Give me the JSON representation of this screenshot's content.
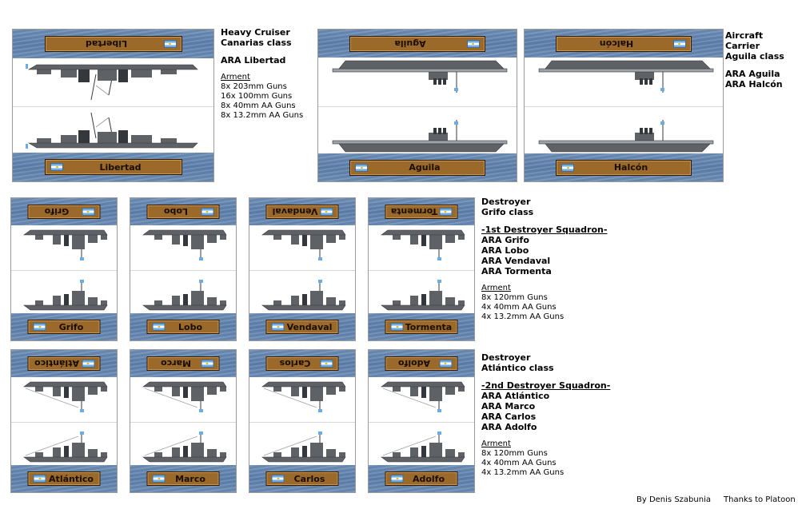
{
  "credits": {
    "author": "By Denis Szabunia",
    "thanks": "Thanks to Platoon"
  },
  "colors": {
    "sea": "#6585b1",
    "plate": "#9b6a2a",
    "hull": "#5e6166"
  },
  "flag_icon": "argentina-flag-icon",
  "counters": {
    "libertad": {
      "name": "Libertad"
    },
    "aguila": {
      "name": "Aguila"
    },
    "halcon": {
      "name": "Halcón"
    },
    "grifo": {
      "name": "Grifo"
    },
    "lobo": {
      "name": "Lobo"
    },
    "vendaval": {
      "name": "Vendaval"
    },
    "tormenta": {
      "name": "Tormenta"
    },
    "atlantico": {
      "name": "Atlántico"
    },
    "marco": {
      "name": "Marco"
    },
    "carlos": {
      "name": "Carlos"
    },
    "adolfo": {
      "name": "Adolfo"
    }
  },
  "cruiser": {
    "type": "Heavy Cruiser",
    "class": "Canarias class",
    "ship": "ARA Libertad",
    "armament_title": "Arment",
    "armament": [
      "8x 203mm Guns",
      "16x 100mm Guns",
      "8x 40mm AA Guns",
      "8x 13.2mm AA Guns"
    ]
  },
  "carrier": {
    "type": "Aircraft Carrier",
    "class": "Aguila class",
    "ships": [
      "ARA Aguila",
      "ARA Halcón"
    ]
  },
  "grifo_class": {
    "type": "Destroyer",
    "class": "Grifo class",
    "squadron": "-1st Destroyer Squadron-",
    "ships": [
      "ARA Grifo",
      "ARA Lobo",
      "ARA Vendaval",
      "ARA Tormenta"
    ],
    "armament_title": "Arment",
    "armament": [
      "8x 120mm Guns",
      "4x 40mm AA Guns",
      "4x 13.2mm AA Guns"
    ]
  },
  "atlantico_class": {
    "type": "Destroyer",
    "class": "Atlántico class",
    "squadron": "-2nd Destroyer Squadron-",
    "ships": [
      "ARA Atlántico",
      "ARA Marco",
      "ARA Carlos",
      "ARA Adolfo"
    ],
    "armament_title": "Arment",
    "armament": [
      "8x 120mm Guns",
      "4x 40mm AA Guns",
      "4x 13.2mm AA Guns"
    ]
  }
}
